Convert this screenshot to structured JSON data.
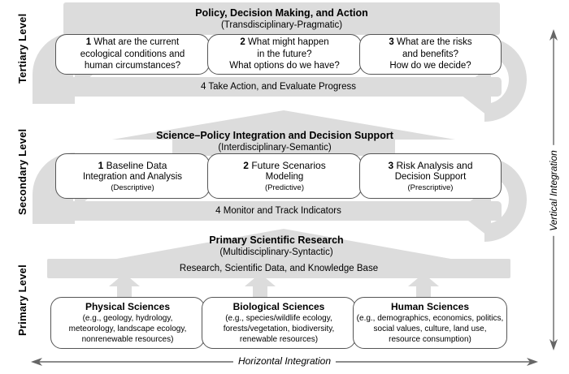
{
  "levels": {
    "tertiary": "Tertiary Level",
    "secondary": "Secondary Level",
    "primary": "Primary Level"
  },
  "axes": {
    "vertical": "Vertical Integration",
    "horizontal": "Horizontal Integration"
  },
  "tertiary": {
    "banner_title": "Policy, Decision Making, and Action",
    "banner_sub": "(Transdisciplinary-Pragmatic)",
    "boxes": [
      {
        "num": "1",
        "line1": "What are the current",
        "line2": "ecological conditions and",
        "line3": "human circumstances?"
      },
      {
        "num": "2",
        "line1": "What might happen",
        "line2": "in the future?",
        "line3": "What options do we have?"
      },
      {
        "num": "3",
        "line1": "What are the risks",
        "line2": "and benefits?",
        "line3": "How do we decide?"
      }
    ],
    "feedback_bar": "4 Take Action, and Evaluate Progress"
  },
  "secondary": {
    "banner_title": "Science–Policy Integration and Decision Support",
    "banner_sub": "(Interdisciplinary-Semantic)",
    "boxes": [
      {
        "num": "1",
        "line1": "Baseline Data",
        "line2": "Integration and Analysis",
        "paren": "(Descriptive)"
      },
      {
        "num": "2",
        "line1": "Future Scenarios",
        "line2": "Modeling",
        "paren": "(Predictive)"
      },
      {
        "num": "3",
        "line1": "Risk Analysis and",
        "line2": "Decision Support",
        "paren": "(Prescriptive)"
      }
    ],
    "feedback_bar": "4 Monitor and Track Indicators"
  },
  "primary": {
    "banner_title": "Primary Scientific Research",
    "banner_sub": "(Multidisciplinary-Syntactic)",
    "knowledge_bar": "Research, Scientific Data, and Knowledge Base",
    "boxes": [
      {
        "heading": "Physical Sciences",
        "line1": "(e.g., geology, hydrology,",
        "line2": "meteorology, landscape ecology,",
        "line3": "nonrenewable resources)"
      },
      {
        "heading": "Biological Sciences",
        "line1": "(e.g., species/wildlife ecology,",
        "line2": "forests/vegetation, biodiversity,",
        "line3": "renewable resources)"
      },
      {
        "heading": "Human Sciences",
        "line1": "(e.g., demographics, economics, politics,",
        "line2": "social values, culture, land use,",
        "line3": "resource consumption)"
      }
    ]
  },
  "colors": {
    "fill_gray": "#dcdcdc",
    "box_border": "#555555",
    "arrow_line": "#666666",
    "background": "#ffffff"
  }
}
